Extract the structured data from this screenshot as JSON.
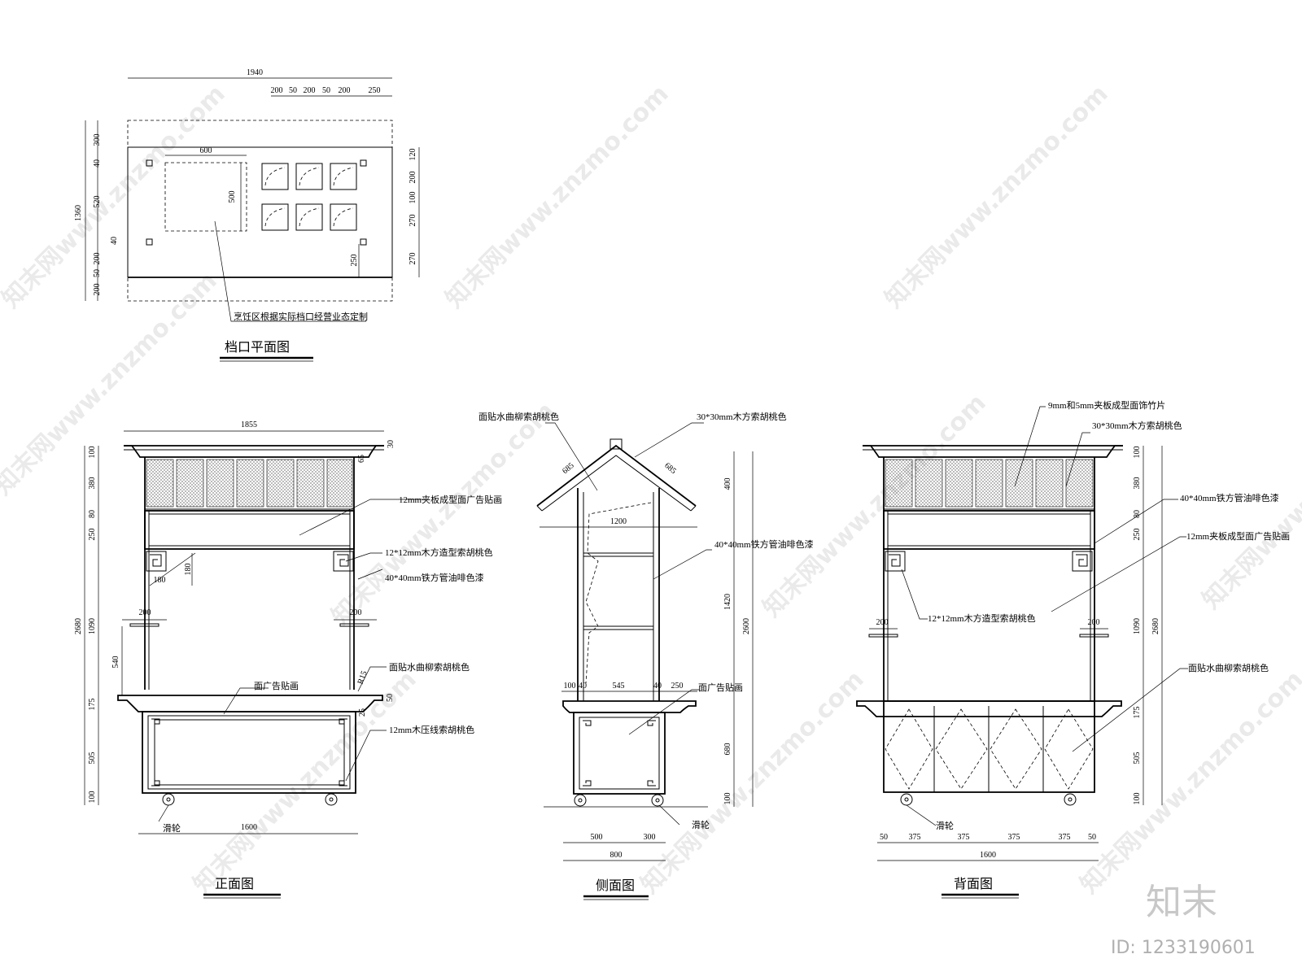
{
  "titles": {
    "plan": "档口平面图",
    "front": "正面图",
    "side": "侧面图",
    "back": "背面图"
  },
  "plan": {
    "dims": {
      "total_w": "1940",
      "top_seg": [
        "200",
        "50",
        "200",
        "50",
        "200",
        "250"
      ],
      "left": [
        "300",
        "40",
        "520",
        "40",
        "200",
        "50",
        "200"
      ],
      "total_h": "1360",
      "right": [
        "120",
        "200",
        "100",
        "270",
        "270"
      ],
      "inner_w": "600",
      "inner_h": "500",
      "inner_b": "250"
    },
    "note": "烹饪区根据实际档口经营业态定制"
  },
  "front": {
    "dims": {
      "top_w": "1855",
      "overhang": "30",
      "left": [
        "100",
        "380",
        "80",
        "250",
        "1090",
        "175",
        "505",
        "100"
      ],
      "total_h": "2680",
      "post": "65",
      "bracket_h": "180",
      "bracket_w": "180",
      "arm_l": "200",
      "arm_r": "200",
      "arm_h": "540",
      "r": "R15",
      "v50": "50",
      "v25": "25",
      "bottom_w": "1600"
    },
    "notes": {
      "panel": "12mm夹板成型面广告贴画",
      "wood_shape": "12*12mm木方造型索胡桃色",
      "steel": "40*40mm铁方管油啡色漆",
      "veneer": "面贴水曲柳索胡桃色",
      "ad": "面广告贴画",
      "line": "12mm木压线索胡桃色",
      "caster": "滑轮"
    }
  },
  "side": {
    "dims": {
      "roof_l": "685",
      "roof_r": "685",
      "roof_w": "1200",
      "right": [
        "400",
        "1420",
        "680",
        "100"
      ],
      "total_h": "2600",
      "ledge": [
        "100",
        "40",
        "545",
        "40",
        "250"
      ],
      "bottom": [
        "500",
        "300"
      ],
      "bottom_total": "800"
    },
    "notes": {
      "veneer": "面贴水曲柳索胡桃色",
      "wood": "30*30mm木方索胡桃色",
      "steel": "40*40mm铁方管油啡色漆",
      "ad": "面广告贴画",
      "caster": "滑轮"
    }
  },
  "back": {
    "dims": {
      "right": [
        "100",
        "380",
        "80",
        "250",
        "1090",
        "175",
        "505",
        "100"
      ],
      "total_h": "2680",
      "arm_l": "200",
      "arm_r": "200",
      "bottom_seg": [
        "50",
        "375",
        "375",
        "375",
        "375",
        "50"
      ],
      "bottom_w": "1600"
    },
    "notes": {
      "bamboo": "9mm和5mm夹板成型面饰竹片",
      "wood": "30*30mm木方索胡桃色",
      "steel": "40*40mm铁方管油啡色漆",
      "panel": "12mm夹板成型面广告贴画",
      "wood_shape": "12*12mm木方造型索胡桃色",
      "veneer": "面贴水曲柳索胡桃色",
      "caster": "滑轮"
    }
  },
  "brand": {
    "logo": "知末",
    "id": "ID: 1233190601"
  }
}
